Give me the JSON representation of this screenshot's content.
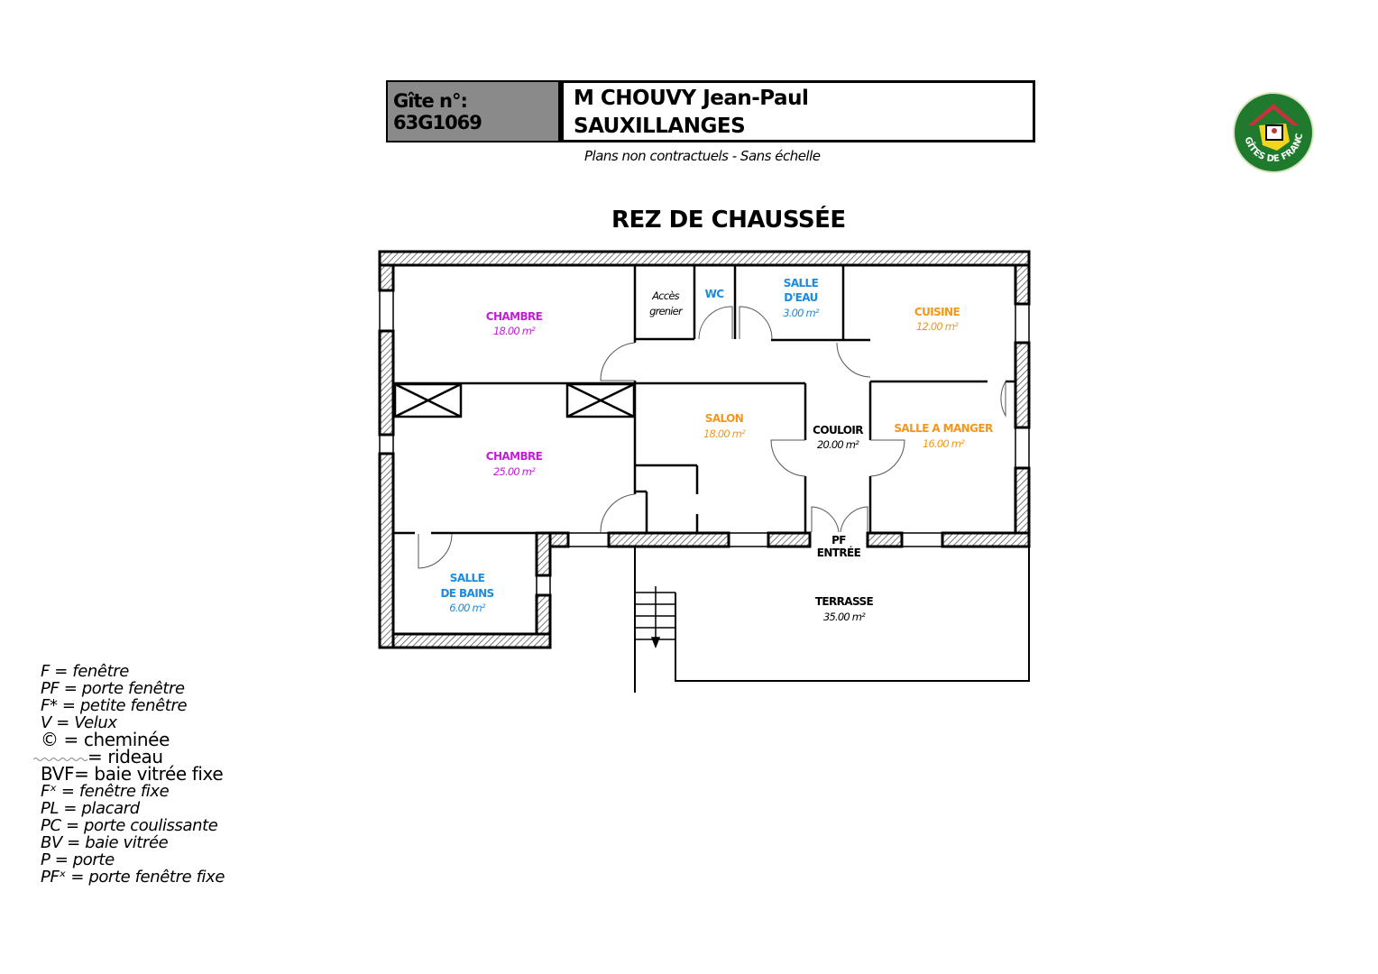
{
  "header": {
    "gite_number": "Gîte n°: 63G1069",
    "owner": "M CHOUVY Jean-Paul",
    "town": "SAUXILLANGES",
    "subtitle": "Plans non contractuels - Sans échelle"
  },
  "logo": {
    "text": "GÎTES DE FRANCE"
  },
  "floor_title": "REZ DE CHAUSSÉE",
  "colors": {
    "purple": "#c21fd6",
    "blue": "#1b8be0",
    "orange": "#f5961c",
    "black": "#000000"
  },
  "rooms": {
    "chambre1": {
      "name": "CHAMBRE",
      "area": "18.00 m²"
    },
    "acces": {
      "line1": "Accès",
      "line2": "grenier"
    },
    "wc": {
      "name": "WC"
    },
    "salle_eau": {
      "line1": "SALLE",
      "line2": "D'EAU",
      "area": "3.00 m²"
    },
    "cuisine": {
      "name": "CUISINE",
      "area": "12.00 m²"
    },
    "chambre2": {
      "name": "CHAMBRE",
      "area": "25.00 m²"
    },
    "salon": {
      "name": "SALON",
      "area": "18.00 m²"
    },
    "couloir": {
      "name": "COULOIR",
      "area": "20.00 m²"
    },
    "salle_manger": {
      "name": "SALLE A MANGER",
      "area": "16.00 m²"
    },
    "salle_bains": {
      "line1": "SALLE",
      "line2": "DE BAINS",
      "area": "6.00 m²"
    },
    "entree": {
      "line1": "PF",
      "line2": "ENTRÉE"
    },
    "terrasse": {
      "name": "TERRASSE",
      "area": "35.00 m²"
    }
  },
  "legend": [
    "F = fenêtre",
    "PF = porte fenêtre",
    "F* = petite fenêtre",
    "V = Velux",
    "© = cheminée",
    "= rideau",
    "BVF= baie vitrée fixe",
    "Fˣ = fenêtre fixe",
    "PL = placard",
    "PC = porte coulissante",
    "BV = baie vitrée",
    "P = porte",
    "PFˣ = porte fenêtre fixe"
  ]
}
